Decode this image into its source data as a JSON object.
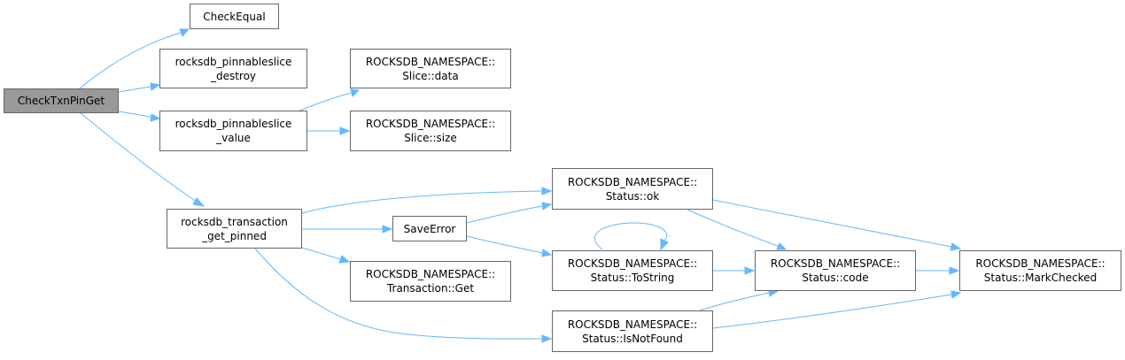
{
  "colors": {
    "edge": "#63b8ff",
    "node_border": "#666666",
    "root_fill": "#999999",
    "node_fill": "#ffffff"
  },
  "nodes": {
    "check_txn_pin_get": {
      "line1": "CheckTxnPinGet",
      "line2": ""
    },
    "check_equal": {
      "line1": "CheckEqual",
      "line2": ""
    },
    "pinnableslice_destroy": {
      "line1": "rocksdb_pinnableslice",
      "line2": "_destroy"
    },
    "pinnableslice_value": {
      "line1": "rocksdb_pinnableslice",
      "line2": "_value"
    },
    "slice_data": {
      "line1": "ROCKSDB_NAMESPACE::",
      "line2": "Slice::data"
    },
    "slice_size": {
      "line1": "ROCKSDB_NAMESPACE::",
      "line2": "Slice::size"
    },
    "transaction_get_pinned": {
      "line1": "rocksdb_transaction",
      "line2": "_get_pinned"
    },
    "save_error": {
      "line1": "SaveError",
      "line2": ""
    },
    "status_ok": {
      "line1": "ROCKSDB_NAMESPACE::",
      "line2": "Status::ok"
    },
    "status_tostring": {
      "line1": "ROCKSDB_NAMESPACE::",
      "line2": "Status::ToString"
    },
    "transaction_get": {
      "line1": "ROCKSDB_NAMESPACE::",
      "line2": "Transaction::Get"
    },
    "status_isnotfound": {
      "line1": "ROCKSDB_NAMESPACE::",
      "line2": "Status::IsNotFound"
    },
    "status_code": {
      "line1": "ROCKSDB_NAMESPACE::",
      "line2": "Status::code"
    },
    "status_markchecked": {
      "line1": "ROCKSDB_NAMESPACE::",
      "line2": "Status::MarkChecked"
    }
  },
  "edges": [
    [
      "check_txn_pin_get",
      "check_equal"
    ],
    [
      "check_txn_pin_get",
      "pinnableslice_destroy"
    ],
    [
      "check_txn_pin_get",
      "pinnableslice_value"
    ],
    [
      "check_txn_pin_get",
      "transaction_get_pinned"
    ],
    [
      "pinnableslice_value",
      "slice_data"
    ],
    [
      "pinnableslice_value",
      "slice_size"
    ],
    [
      "transaction_get_pinned",
      "status_ok"
    ],
    [
      "transaction_get_pinned",
      "save_error"
    ],
    [
      "transaction_get_pinned",
      "transaction_get"
    ],
    [
      "transaction_get_pinned",
      "status_isnotfound"
    ],
    [
      "save_error",
      "status_ok"
    ],
    [
      "save_error",
      "status_tostring"
    ],
    [
      "status_ok",
      "status_code"
    ],
    [
      "status_ok",
      "status_markchecked"
    ],
    [
      "status_tostring",
      "status_tostring"
    ],
    [
      "status_tostring",
      "status_code"
    ],
    [
      "status_isnotfound",
      "status_code"
    ],
    [
      "status_isnotfound",
      "status_markchecked"
    ],
    [
      "status_code",
      "status_markchecked"
    ]
  ]
}
